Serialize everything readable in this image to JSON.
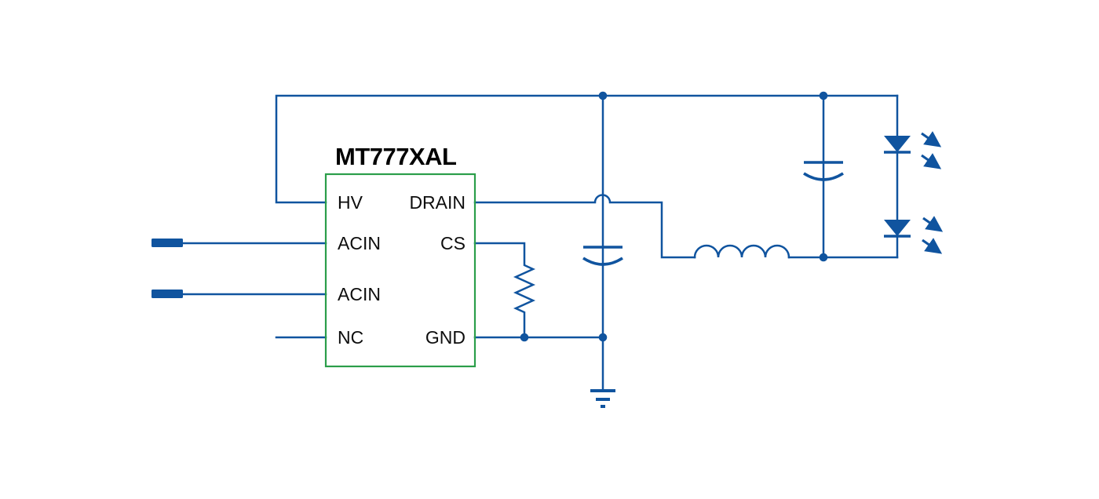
{
  "diagram": {
    "title": "MT777XAL",
    "ic": {
      "name": "MT777XAL",
      "left_pins": {
        "pin1": "HV",
        "pin2": "ACIN",
        "pin3": "ACIN",
        "pin4": "NC"
      },
      "right_pins": {
        "pin1": "DRAIN",
        "pin2": "CS",
        "pin3": "GND"
      }
    },
    "components": {
      "input_terminal_top": "ac-input-terminal",
      "input_terminal_bottom": "ac-input-terminal",
      "resistor": "current-sense-resistor",
      "capacitor_left": "polarized-capacitor",
      "capacitor_right": "polarized-capacitor",
      "inductor": "inductor",
      "led1": "led",
      "led2": "led",
      "ground": "ground-symbol",
      "wire_hop": "wire-crossover-hop",
      "junction_count": "5"
    },
    "colors": {
      "wire": "#10549f",
      "ic_border": "#2b9e4a",
      "text": "#000000",
      "background": "#ffffff"
    }
  }
}
